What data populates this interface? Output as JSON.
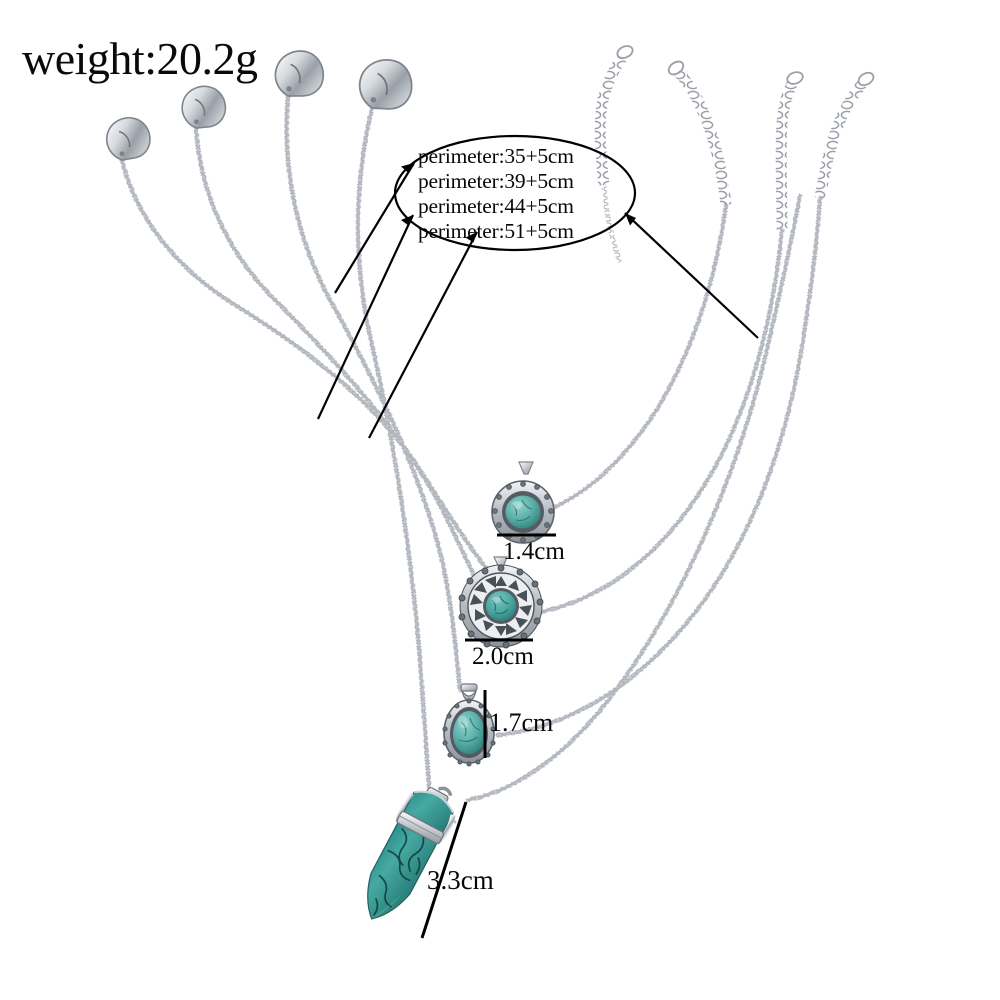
{
  "product": {
    "title": "Layered Turquoise Pendant Necklace Set",
    "background_color": "#ffffff",
    "text_color": "#080808",
    "metal_color": "#c8ccd2",
    "stone_color": "#57ada8",
    "stone_color_dark": "#2f7f7c",
    "stone_color_light": "#86c9c4"
  },
  "weight": {
    "label": "weight:20.2g"
  },
  "perimeters": {
    "items": [
      {
        "label": "perimeter:35+5cm"
      },
      {
        "label": "perimeter:39+5cm"
      },
      {
        "label": "perimeter:44+5cm"
      },
      {
        "label": "perimeter:51+5cm"
      }
    ]
  },
  "dimensions": {
    "pendant_round": "1.4cm",
    "pendant_sunburst": "2.0cm",
    "pendant_teardrop": "1.7cm",
    "pendant_hexpoint": "3.3cm"
  },
  "pendants": [
    {
      "name": "round-cabochon-pendant",
      "size": "1.4cm"
    },
    {
      "name": "sunburst-medallion-pendant",
      "size": "2.0cm"
    },
    {
      "name": "teardrop-pendant",
      "size": "1.7cm"
    },
    {
      "name": "hexagonal-point-pendant",
      "size": "3.3cm"
    }
  ],
  "chains": {
    "count": 4,
    "clasp_type": "lobster-claw",
    "extender": "5cm"
  }
}
